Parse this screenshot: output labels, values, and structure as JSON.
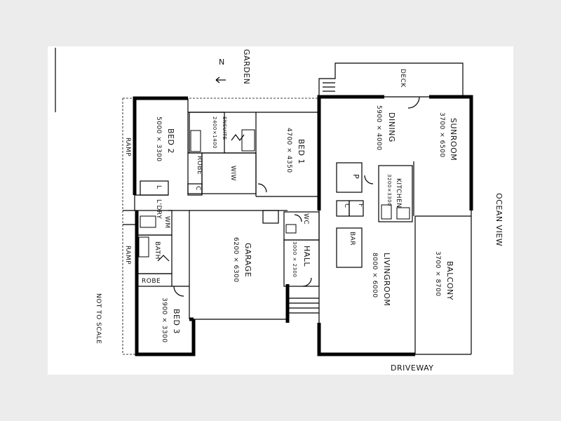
{
  "title_north": "N",
  "compass": {
    "garden": "GARDEN",
    "ocean_view": "OCEAN VIEW",
    "driveway": "DRIVEWAY",
    "deck": "DECK"
  },
  "note": "NOT TO SCALE",
  "ramps": {
    "top": "RAMP",
    "bottom": "RAMP"
  },
  "rooms": {
    "bed2": {
      "name": "BED 2",
      "size": "5000 × 3300"
    },
    "ensuite": {
      "name": "ENSUITE",
      "size": "2400×1400"
    },
    "bed1": {
      "name": "BED 1",
      "size": "4700 × 4350"
    },
    "dining": {
      "name": "DINING",
      "size": "5900 × 4000"
    },
    "sunroom": {
      "name": "SUNROOM",
      "size": "3700 × 6500"
    },
    "robe1": "ROBE",
    "wm_left": "L",
    "c_small": "C",
    "wiw": "WIW",
    "laundry": "L'DRY",
    "wm": "WM",
    "garage": {
      "name": "GARAGE",
      "size": "6200 × 6300"
    },
    "wc": "WC",
    "hall": {
      "name": "HALL",
      "size": "3000 × 2300"
    },
    "pantry": "P",
    "kitchen": {
      "name": "KITCHEN",
      "size": "3200×3300"
    },
    "cupboard": "C",
    "fridge": "F",
    "bar": "BAR",
    "living": {
      "name": "LIVINGROOM",
      "size": "8000 × 6000"
    },
    "balcony": {
      "name": "BALCONY",
      "size": "3700 × 8700"
    },
    "bath": "BATH",
    "robe2": "ROBE",
    "bed3": {
      "name": "BED 3",
      "size": "3900 × 3300"
    }
  }
}
